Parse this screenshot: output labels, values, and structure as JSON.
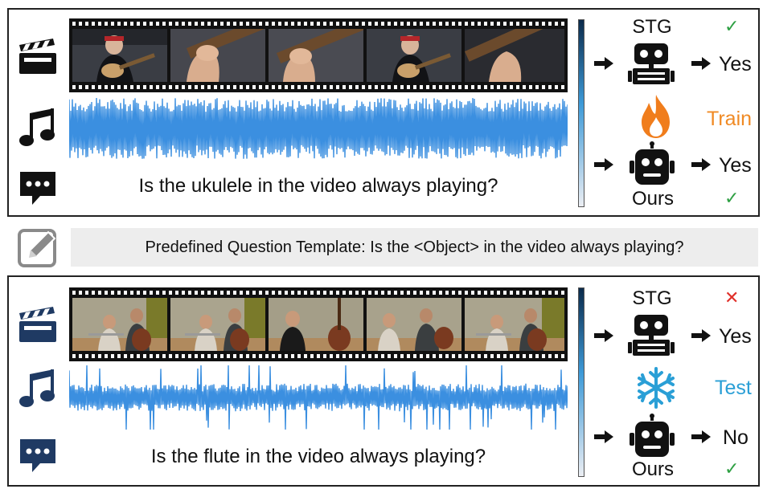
{
  "top_panel": {
    "question": "Is the ukulele in the video always playing?",
    "stg_label": "STG",
    "ours_label": "Ours",
    "stg_answer": "Yes",
    "ours_answer": "Yes",
    "stg_mark": "✓",
    "ours_mark": "✓",
    "mode_label": "Train",
    "mode_color": "#f08a24",
    "check_color": "#2ea043",
    "icon_color": "#111111",
    "mode_icon": "flame-icon"
  },
  "template": {
    "text": "Predefined Question Template: Is the <Object> in the video always playing?"
  },
  "bottom_panel": {
    "question": "Is the flute in the video always playing?",
    "stg_label": "STG",
    "ours_label": "Ours",
    "stg_answer": "Yes",
    "ours_answer": "No",
    "stg_mark": "✕",
    "ours_mark": "✓",
    "mode_label": "Test",
    "mode_color": "#2a9fd6",
    "cross_color": "#e0302a",
    "check_color": "#2ea043",
    "icon_color": "#1f3a63",
    "mode_icon": "snowflake-icon"
  },
  "colors": {
    "waveform": "#3b8fe0",
    "divider_top": "#0b2a4a",
    "divider_bottom": "#e8eaf0"
  },
  "icons": [
    "clapperboard-icon",
    "music-note-icon",
    "chat-bubble-icon",
    "robot-icon",
    "pencil-icon",
    "arrow-icon"
  ]
}
